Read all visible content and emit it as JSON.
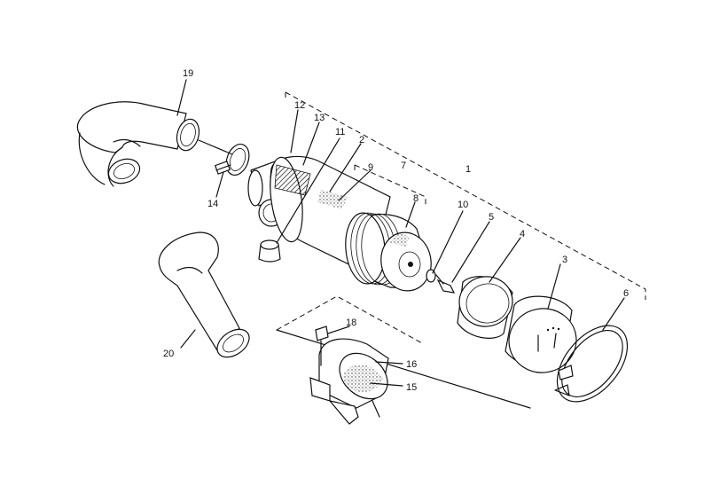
{
  "diagram": {
    "callouts": [
      {
        "id": "1",
        "label": "1"
      },
      {
        "id": "2",
        "label": "2"
      },
      {
        "id": "3",
        "label": "3"
      },
      {
        "id": "4",
        "label": "4"
      },
      {
        "id": "5",
        "label": "5"
      },
      {
        "id": "6",
        "label": "6"
      },
      {
        "id": "7",
        "label": "7"
      },
      {
        "id": "8",
        "label": "8"
      },
      {
        "id": "9",
        "label": "9"
      },
      {
        "id": "10",
        "label": "10"
      },
      {
        "id": "11",
        "label": "11"
      },
      {
        "id": "12",
        "label": "12"
      },
      {
        "id": "13",
        "label": "13"
      },
      {
        "id": "14",
        "label": "14"
      },
      {
        "id": "15",
        "label": "15"
      },
      {
        "id": "16",
        "label": "16"
      },
      {
        "id": "18",
        "label": "18"
      },
      {
        "id": "19",
        "label": "19"
      },
      {
        "id": "20",
        "label": "20"
      }
    ]
  }
}
